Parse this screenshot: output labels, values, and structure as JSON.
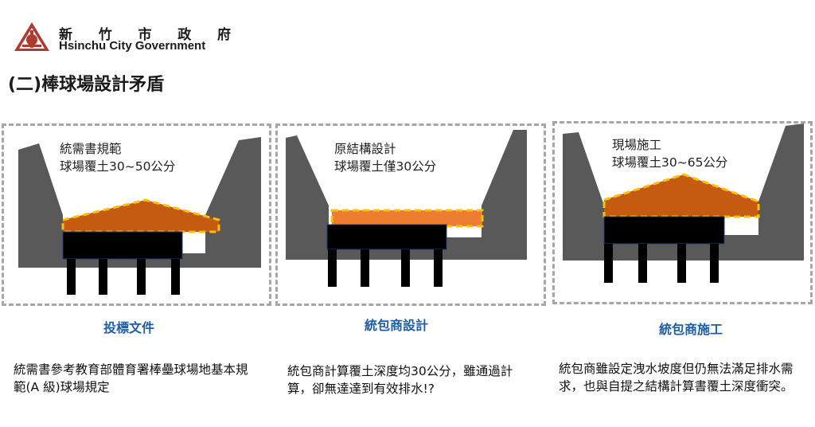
{
  "header": {
    "org_zh": [
      "新",
      "竹",
      "市",
      "政",
      "府"
    ],
    "org_en": "Hsinchu City Government",
    "title": "(二)棒球場設計矛盾"
  },
  "panels": [
    {
      "note_line1": "統需書規範",
      "note_line2": "球場覆土30~50公分",
      "caption": "投標文件",
      "description": "統需書參考教育部體育署棒壘球場地基本規範(A 級)球場規定"
    },
    {
      "note_line1": "原結構設計",
      "note_line2": "球場覆土僅30公分",
      "caption": "統包商設計",
      "description": "統包商計算覆土深度均30公分，雖通過計算，卻無達達到有效排水!?"
    },
    {
      "note_line1": "現場施工",
      "note_line2": "球場覆土30~65公分",
      "caption": "統包商施工",
      "description": "統包商雖設定洩水坡度但仍無法滿足排水需求，也與自提之結構計算書覆土深度衝突。"
    }
  ],
  "colors": {
    "wall": "#595959",
    "soil_slope": "#c55a11",
    "soil_flat": "#ed7d31",
    "soil_outline": "#ffc000",
    "structure": "#000000",
    "caption": "#1d5fa6",
    "panel_border": "#a6a6a6"
  }
}
